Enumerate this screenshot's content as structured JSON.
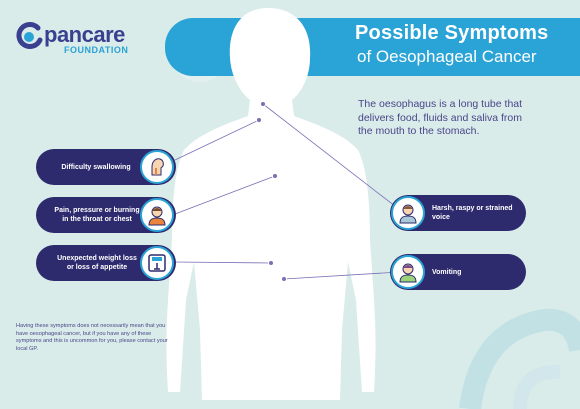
{
  "logo": {
    "word": "pancare",
    "sub": "FOUNDATION"
  },
  "title": {
    "main": "Possible Symptoms",
    "sub": "of Oesophageal Cancer"
  },
  "description": "The oesophagus is a long tube that delivers food, fluids and saliva from the mouth to the stomach.",
  "symptoms": {
    "swallowing": "Difficulty swallowing",
    "pain": "Pain, pressure or burning in the throat or chest",
    "weight": "Unexpected weight loss or loss of appetite",
    "voice": "Harsh, raspy or strained voice",
    "vomiting": "Vomiting"
  },
  "footnote": "Having these symptoms does not necessarily mean that you have oesophageal cancer, but if you have any of these symptoms and this is uncommon for you, please contact your local GP.",
  "colors": {
    "background": "#d9ecea",
    "header": "#2aa3d6",
    "pill": "#2e2a6e",
    "accent": "#2aa3d6",
    "text": "#4a4589"
  },
  "icons": [
    "pancare-logo-icon",
    "throat-icon",
    "chest-pain-icon",
    "weighing-scale-icon",
    "raspy-voice-icon",
    "vomiting-icon",
    "body-silhouette"
  ]
}
